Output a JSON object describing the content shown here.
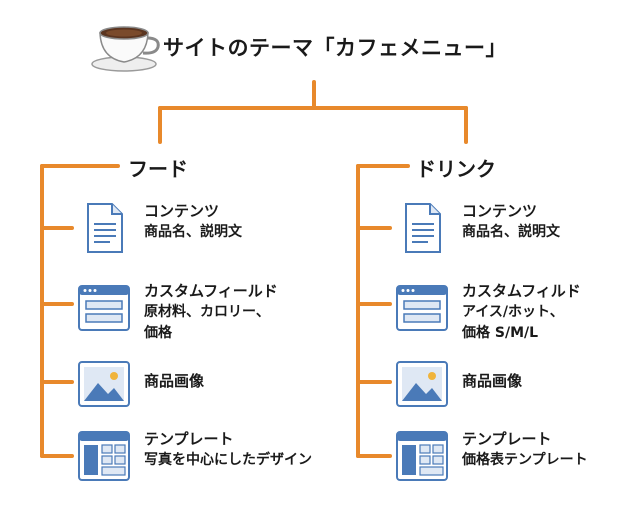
{
  "title": "サイトのテーマ「カフェメニュー」",
  "colors": {
    "connector": "#e8892b",
    "icon_blue": "#4a7ab8",
    "icon_light": "#dfe8f4"
  },
  "columns": [
    {
      "heading": "フード",
      "items": [
        {
          "icon": "document-icon",
          "title": "コンテンツ",
          "desc": "商品名、説明文"
        },
        {
          "icon": "form-window-icon",
          "title": "カスタムフィールド",
          "desc": "原材料、カロリー、\n価格"
        },
        {
          "icon": "image-icon",
          "title": "商品画像",
          "desc": ""
        },
        {
          "icon": "layout-template-icon",
          "title": "テンプレート",
          "desc": "写真を中心にしたデザイン"
        }
      ]
    },
    {
      "heading": "ドリンク",
      "items": [
        {
          "icon": "document-icon",
          "title": "コンテンツ",
          "desc": "商品名、説明文"
        },
        {
          "icon": "form-window-icon",
          "title": "カスタムフィルド",
          "desc": "アイス/ホット、\n価格 S/M/L"
        },
        {
          "icon": "image-icon",
          "title": "商品画像",
          "desc": ""
        },
        {
          "icon": "layout-template-icon",
          "title": "テンプレート",
          "desc": "価格表テンプレート"
        }
      ]
    }
  ]
}
